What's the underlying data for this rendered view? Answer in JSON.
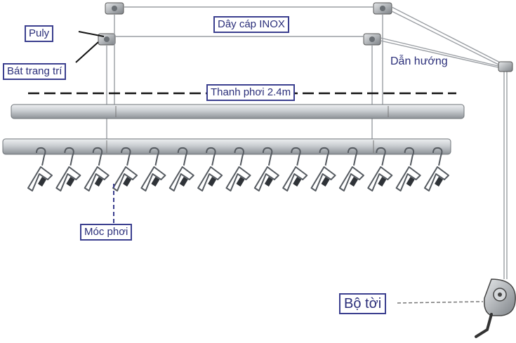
{
  "labels": {
    "cable": "Dây cáp INOX",
    "pulley": "Puly",
    "bracket": "Bát trang trí",
    "guide": "Dẫn hướng",
    "bar": "Thanh phơi 2.4m",
    "hook": "Móc phơi",
    "winch": "Bộ tời"
  },
  "hanger_count": 15,
  "colors": {
    "label_text": "#2b2f7a",
    "label_border": "#3b3f8f",
    "rail": "#b9bdc2",
    "hanger": "#555a60",
    "cable": "#9a9ea3"
  }
}
